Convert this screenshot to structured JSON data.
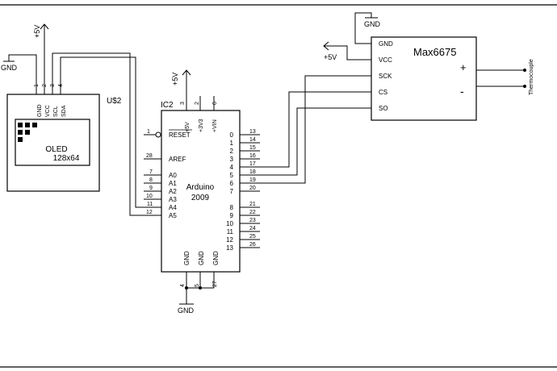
{
  "oled": {
    "ref": "U$2",
    "name": "OLED",
    "size": "128x64",
    "pins": [
      {
        "num": "1",
        "name": "GND"
      },
      {
        "num": "2",
        "name": "VCC"
      },
      {
        "num": "3",
        "name": "SCL"
      },
      {
        "num": "4",
        "name": "SDA"
      }
    ]
  },
  "arduino": {
    "ref": "IC2",
    "name": "Arduino",
    "version": "2009",
    "top_pins": [
      {
        "num": "3",
        "name": "+5V"
      },
      {
        "num": "2",
        "name": "+3V3"
      },
      {
        "num": "6",
        "name": "+VIN"
      }
    ],
    "left_pins": [
      {
        "num": "1",
        "name": "RESET"
      },
      {
        "num": "28",
        "name": "AREF"
      },
      {
        "num": "7",
        "name": "A0"
      },
      {
        "num": "8",
        "name": "A1"
      },
      {
        "num": "9",
        "name": "A2"
      },
      {
        "num": "10",
        "name": "A3"
      },
      {
        "num": "11",
        "name": "A4"
      },
      {
        "num": "12",
        "name": "A5"
      }
    ],
    "right_pins_1": [
      {
        "num": "13",
        "name": "0"
      },
      {
        "num": "14",
        "name": "1"
      },
      {
        "num": "15",
        "name": "2"
      },
      {
        "num": "16",
        "name": "3"
      },
      {
        "num": "17",
        "name": "4"
      },
      {
        "num": "18",
        "name": "5"
      },
      {
        "num": "19",
        "name": "6"
      },
      {
        "num": "20",
        "name": "7"
      }
    ],
    "right_pins_2": [
      {
        "num": "21",
        "name": "8"
      },
      {
        "num": "22",
        "name": "9"
      },
      {
        "num": "23",
        "name": "10"
      },
      {
        "num": "24",
        "name": "11"
      },
      {
        "num": "25",
        "name": "12"
      },
      {
        "num": "26",
        "name": "13"
      }
    ],
    "gnd_label": "GND",
    "bottom_pins": [
      "4",
      "5",
      "27"
    ]
  },
  "max6675": {
    "name": "Max6675",
    "pins": [
      "GND",
      "VCC",
      "SCK",
      "CS",
      "SO"
    ],
    "plus": "+",
    "minus": "-",
    "probe": "Thermocouple"
  },
  "power": {
    "vcc": "+5V",
    "gnd": "GND"
  }
}
